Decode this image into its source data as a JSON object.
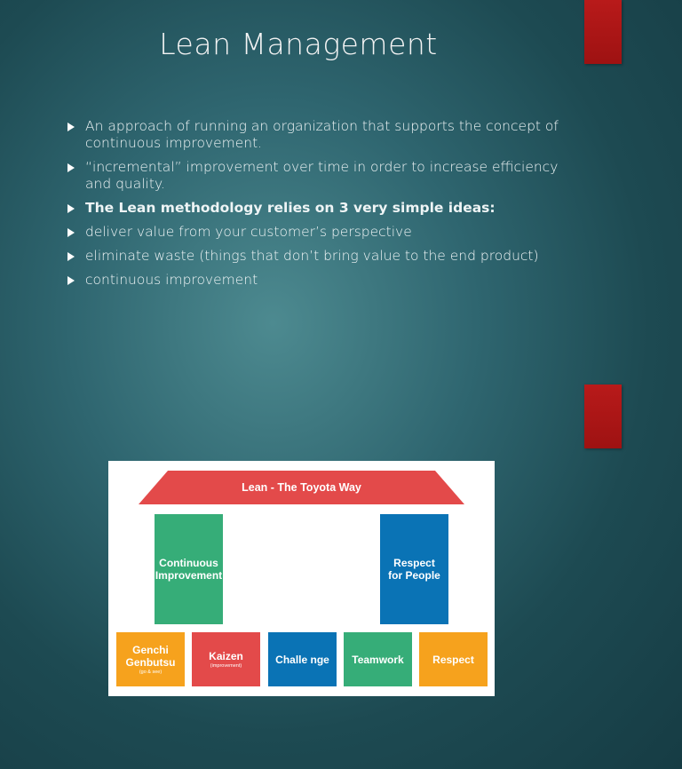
{
  "slide": {
    "title": "Lean Management",
    "bullets": [
      "An approach of running an organization that supports the concept of continuous improvement.",
      "“incremental” improvement over time in order to increase efficiency and quality.",
      "The Lean methodology relies on 3 very simple ideas:",
      "deliver value from your customer’s perspective",
      "eliminate waste (things that don’t bring value to the end product)",
      "continuous improvement"
    ]
  },
  "diagram": {
    "roof": "Lean - The Toyota Way",
    "pillars": {
      "left": [
        "Continuous",
        "Improvement"
      ],
      "right": [
        "Respect",
        "for People"
      ]
    },
    "foundation": [
      {
        "label_lines": [
          "Genchi",
          "Genbutsu"
        ],
        "sub": "(go & see)",
        "color": "#f6a21d"
      },
      {
        "label_lines": [
          "Kaizen"
        ],
        "sub": "(improvement)",
        "color": "#e34a4a"
      },
      {
        "label_lines": [
          "Challe nge"
        ],
        "sub": "",
        "color": "#0a73b5"
      },
      {
        "label_lines": [
          "Teamwork"
        ],
        "sub": "",
        "color": "#36ad78"
      },
      {
        "label_lines": [
          "Respect"
        ],
        "sub": "",
        "color": "#f6a21d"
      }
    ]
  },
  "colors": {
    "accent_red": "#b81a1a",
    "roof": "#e34a4a",
    "green": "#36ad78",
    "blue": "#0a73b5",
    "orange": "#f6a21d"
  }
}
